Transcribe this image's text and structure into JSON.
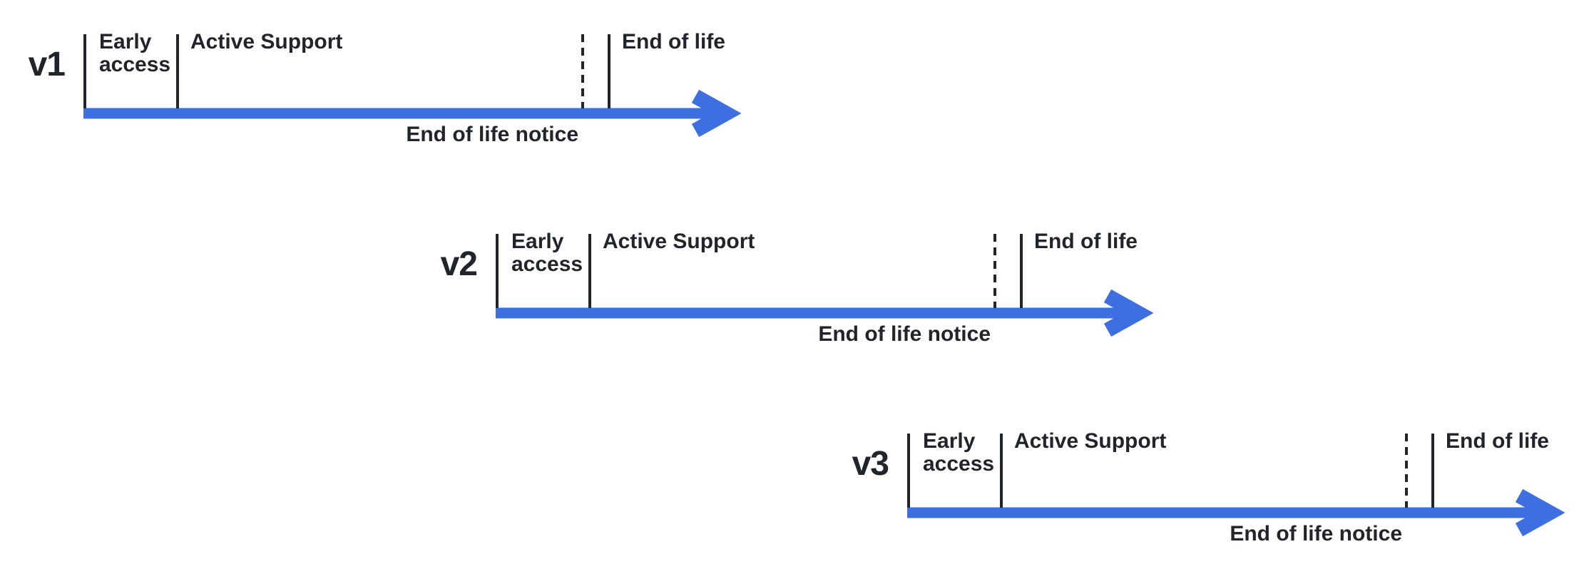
{
  "diagram": {
    "title": "release-version-lifecycle-timelines",
    "background_color": "#ffffff",
    "accent_color": "#3e6fe1",
    "text_color": "#21252b",
    "rows": [
      {
        "version": "v1",
        "labels": {
          "early_access": "Early access",
          "active_support": "Active Support",
          "end_of_life": "End of life",
          "end_of_life_notice": "End of life notice"
        }
      },
      {
        "version": "v2",
        "labels": {
          "early_access": "Early access",
          "active_support": "Active Support",
          "end_of_life": "End of life",
          "end_of_life_notice": "End of life notice"
        }
      },
      {
        "version": "v3",
        "labels": {
          "early_access": "Early access",
          "active_support": "Active Support",
          "end_of_life": "End of life",
          "end_of_life_notice": "End of life notice"
        }
      }
    ]
  }
}
